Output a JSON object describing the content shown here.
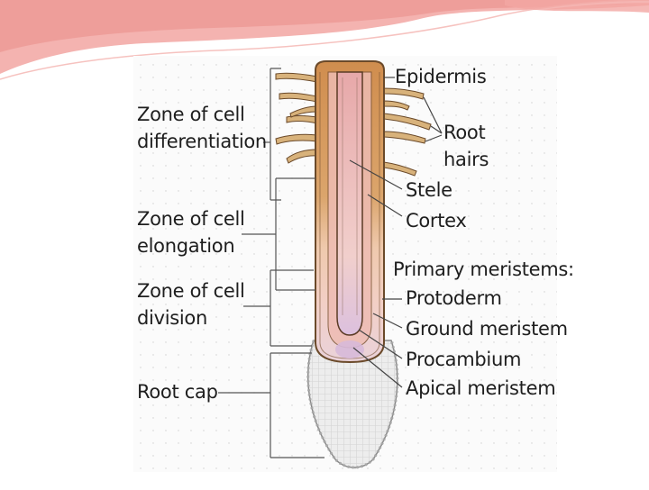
{
  "colors": {
    "banner_pink": "#f3a8a8",
    "banner_deep": "#e88d8d",
    "panel_bg": "#fdfdfd",
    "root_tan": "#d9a86a",
    "root_outline": "#6b4a2a",
    "cortex_pink": "#f1c4bb",
    "stele_pink": "#e8b6b8",
    "apical_lilac": "#d7b9d9",
    "cap_gray": "#e9e9e9",
    "hair_tan": "#d8b27b",
    "line_color": "#444444"
  },
  "labels": {
    "left": {
      "zone_differentiation": [
        "Zone of cell",
        "differentiation"
      ],
      "zone_elongation": [
        "Zone of cell",
        "elongation"
      ],
      "zone_division": [
        "Zone of cell",
        "division"
      ],
      "root_cap": "Root cap"
    },
    "right": {
      "epidermis": "Epidermis",
      "root_hairs": [
        "Root",
        "hairs"
      ],
      "stele": "Stele",
      "cortex": "Cortex",
      "primary_meristems": "Primary meristems:",
      "protoderm": "Protoderm",
      "ground_meristem": "Ground meristem",
      "procambium": "Procambium",
      "apical_meristem": "Apical meristem"
    }
  }
}
